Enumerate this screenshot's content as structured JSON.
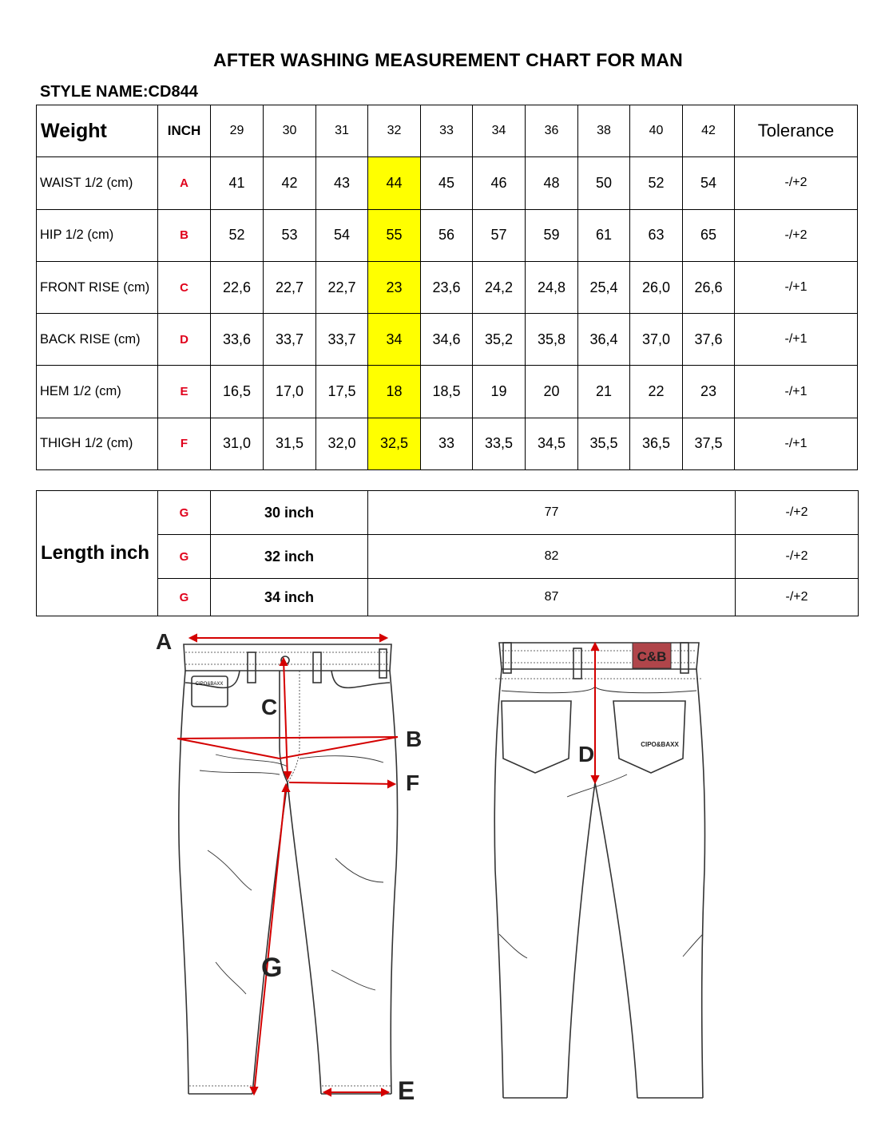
{
  "title": "AFTER WASHING MEASUREMENT CHART FOR MAN",
  "style_name": "STYLE NAME:CD844",
  "table": {
    "header": {
      "label": "Weight",
      "code": "INCH",
      "sizes": [
        "29",
        "30",
        "31",
        "32",
        "33",
        "34",
        "36",
        "38",
        "40",
        "42"
      ],
      "tolerance": "Tolerance",
      "highlight_size": "32"
    },
    "rows": [
      {
        "label": "WAIST 1/2 (cm)",
        "code": "A",
        "values": [
          "41",
          "42",
          "43",
          "44",
          "45",
          "46",
          "48",
          "50",
          "52",
          "54"
        ],
        "tolerance": "-/+2"
      },
      {
        "label": "HIP 1/2 (cm)",
        "code": "B",
        "values": [
          "52",
          "53",
          "54",
          "55",
          "56",
          "57",
          "59",
          "61",
          "63",
          "65"
        ],
        "tolerance": "-/+2"
      },
      {
        "label": "FRONT RISE (cm)",
        "code": "C",
        "values": [
          "22,6",
          "22,7",
          "22,7",
          "23",
          "23,6",
          "24,2",
          "24,8",
          "25,4",
          "26,0",
          "26,6"
        ],
        "tolerance": "-/+1"
      },
      {
        "label": "BACK RISE (cm)",
        "code": "D",
        "values": [
          "33,6",
          "33,7",
          "33,7",
          "34",
          "34,6",
          "35,2",
          "35,8",
          "36,4",
          "37,0",
          "37,6"
        ],
        "tolerance": "-/+1"
      },
      {
        "label": "HEM 1/2  (cm)",
        "code": "E",
        "values": [
          "16,5",
          "17,0",
          "17,5",
          "18",
          "18,5",
          "19",
          "20",
          "21",
          "22",
          "23"
        ],
        "tolerance": "-/+1"
      },
      {
        "label": "THIGH 1/2 (cm)",
        "code": "F",
        "values": [
          "31,0",
          "31,5",
          "32,0",
          "32,5",
          "33",
          "33,5",
          "34,5",
          "35,5",
          "36,5",
          "37,5"
        ],
        "tolerance": "-/+1"
      }
    ]
  },
  "length_table": {
    "label": "Length inch",
    "rows": [
      {
        "code": "G",
        "name": "30 inch",
        "value": "77",
        "tolerance": "-/+2"
      },
      {
        "code": "G",
        "name": "32 inch",
        "value": "82",
        "tolerance": "-/+2"
      },
      {
        "code": "G",
        "name": "34 inch",
        "value": "87",
        "tolerance": "-/+2"
      }
    ]
  },
  "sketch": {
    "front_letters": {
      "A": "A",
      "B": "B",
      "C": "C",
      "E": "E",
      "F": "F",
      "G": "G"
    },
    "back_letters": {
      "D": "D"
    },
    "logo_badge": "C&B",
    "back_pocket_label": "CIPO&BAXX",
    "front_patch_label": "CIPO&BAXX"
  },
  "colors": {
    "highlight": "#ffff00",
    "code_red": "#e0001b",
    "measure_red": "#d40000",
    "badge": "#b0454a"
  }
}
